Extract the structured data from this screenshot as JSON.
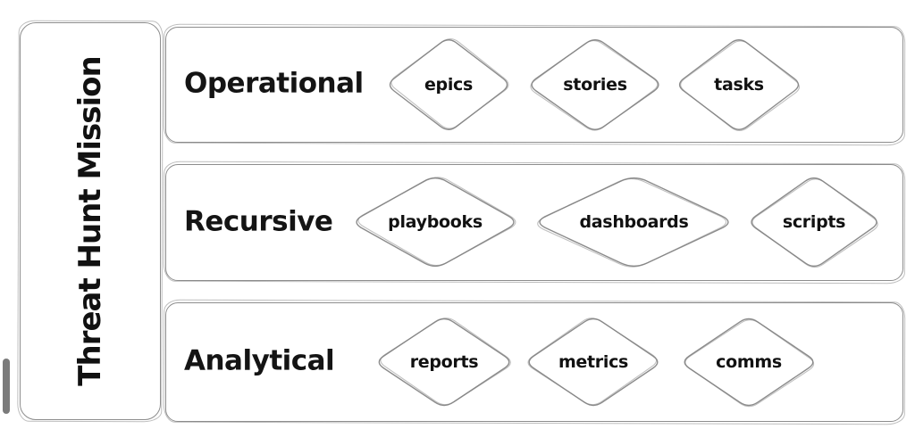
{
  "sidebar": {
    "title": "Threat Hunt Mission"
  },
  "rows": [
    {
      "label": "Operational",
      "items": [
        "epics",
        "stories",
        "tasks"
      ]
    },
    {
      "label": "Recursive",
      "items": [
        "playbooks",
        "dashboards",
        "scripts"
      ]
    },
    {
      "label": "Analytical",
      "items": [
        "reports",
        "metrics",
        "comms"
      ]
    }
  ],
  "colors": {
    "background": "#ffffff",
    "shape_stroke": "#8d8d8d",
    "text": "#141414",
    "scrollbar_thumb": "#7b7b7b"
  }
}
